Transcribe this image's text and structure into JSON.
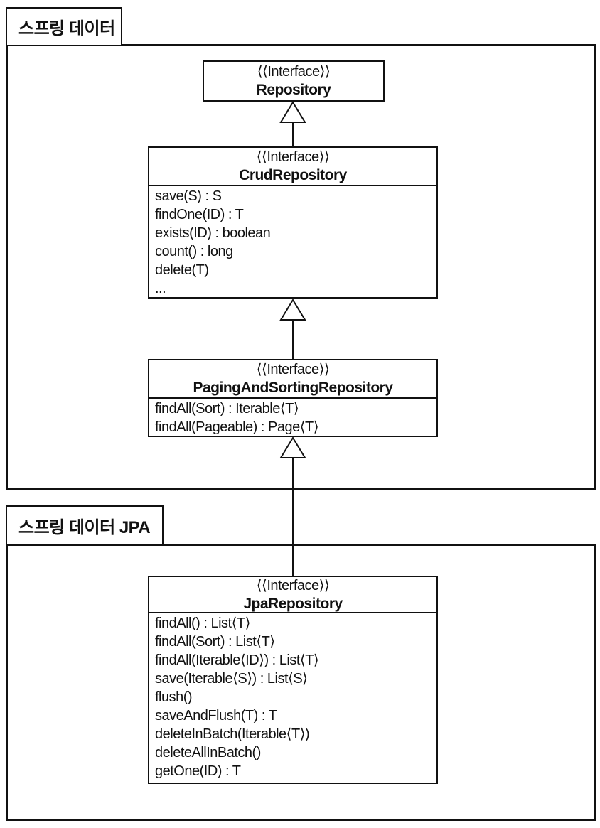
{
  "diagram": {
    "type": "uml-class-diagram",
    "colors": {
      "line": "#111111",
      "background": "#ffffff"
    }
  },
  "packages": [
    {
      "label": "스프링 데이터"
    },
    {
      "label": "스프링 데이터 JPA"
    }
  ],
  "classes": [
    {
      "stereotype": "⟨⟨Interface⟩⟩",
      "name": "Repository",
      "methods": []
    },
    {
      "stereotype": "⟨⟨Interface⟩⟩",
      "name": "CrudRepository",
      "methods": [
        "save(S) : S",
        "findOne(ID) : T",
        "exists(ID) : boolean",
        "count() : long",
        "delete(T)",
        "..."
      ]
    },
    {
      "stereotype": "⟨⟨Interface⟩⟩",
      "name": "PagingAndSortingRepository",
      "methods": [
        "findAll(Sort) : Iterable⟨T⟩",
        "findAll(Pageable) : Page⟨T⟩"
      ]
    },
    {
      "stereotype": "⟨⟨Interface⟩⟩",
      "name": "JpaRepository",
      "methods": [
        "findAll() : List⟨T⟩",
        "findAll(Sort) : List⟨T⟩",
        "findAll(Iterable⟨ID⟩) : List⟨T⟩",
        "save(Iterable⟨S⟩) : List⟨S⟩",
        "flush()",
        "saveAndFlush(T) : T",
        "deleteInBatch(Iterable⟨T⟩)",
        "deleteAllInBatch()",
        "getOne(ID) : T"
      ]
    }
  ],
  "relations": [
    {
      "from": "CrudRepository",
      "to": "Repository",
      "type": "generalization"
    },
    {
      "from": "PagingAndSortingRepository",
      "to": "CrudRepository",
      "type": "generalization"
    },
    {
      "from": "JpaRepository",
      "to": "PagingAndSortingRepository",
      "type": "generalization"
    }
  ]
}
